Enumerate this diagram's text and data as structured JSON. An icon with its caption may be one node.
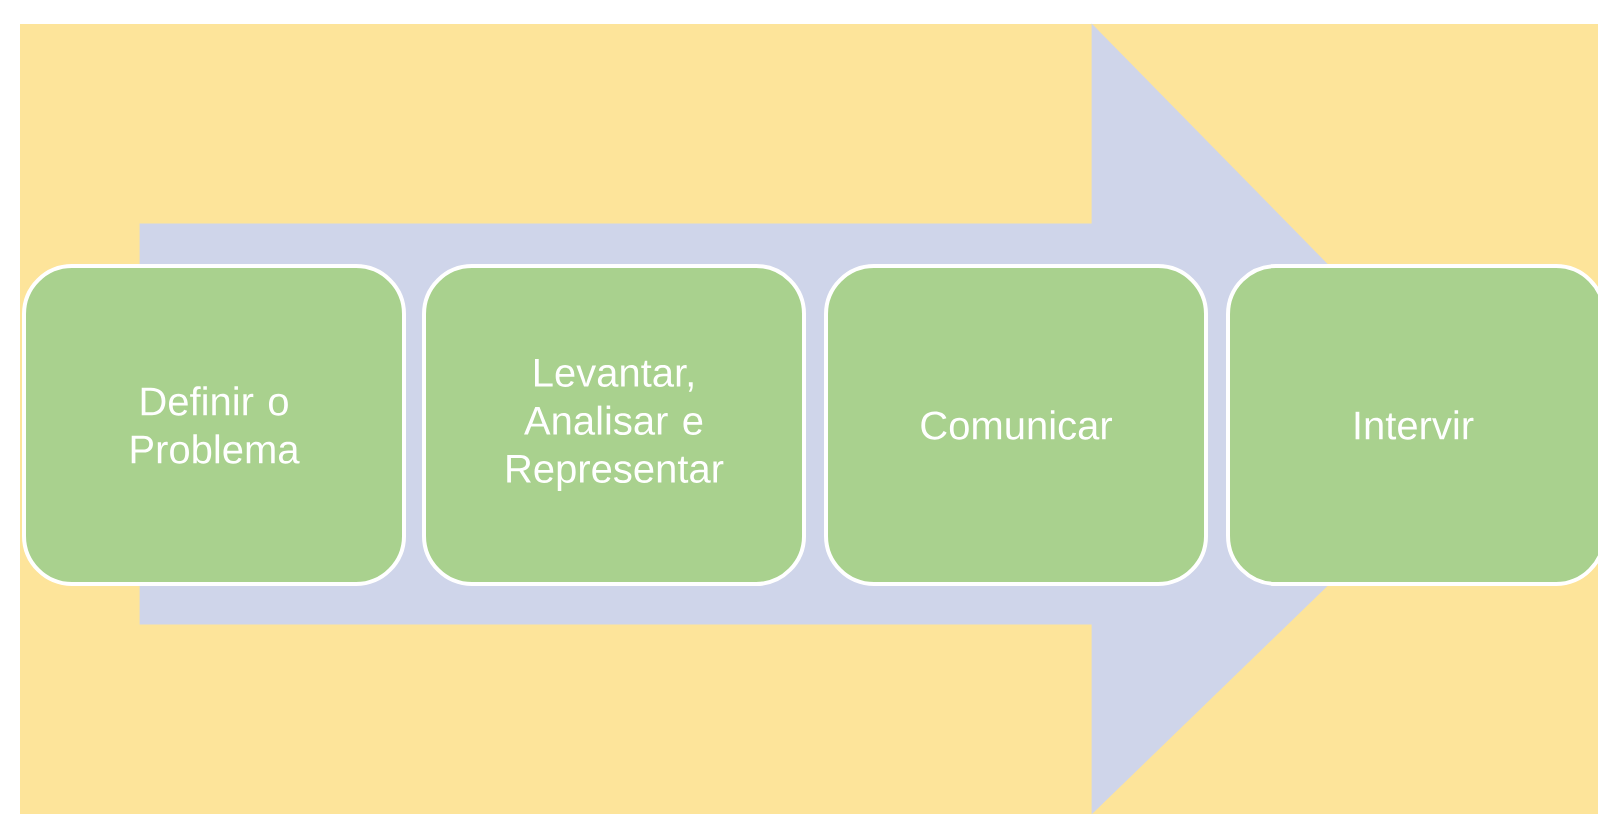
{
  "diagram": {
    "nodes": [
      {
        "text": [
          "Definir o Problema"
        ]
      },
      {
        "text": [
          "Levantar, Analisar e Representar"
        ]
      },
      {
        "text": [
          "Comunicar"
        ]
      },
      {
        "text": [
          "Intervir"
        ]
      }
    ],
    "edges": [
      {
        "from": 0,
        "to": 3,
        "arrow": "to"
      }
    ]
  }
}
